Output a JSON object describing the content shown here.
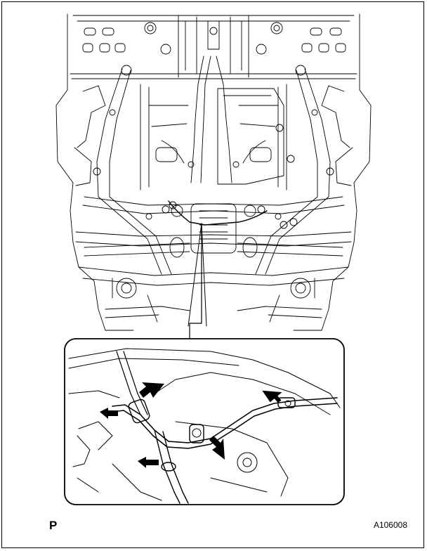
{
  "figure": {
    "view_label": "P",
    "figure_id": "A106008",
    "callout_arrow_count": 5
  },
  "colors": {
    "line": "#000000",
    "background": "#ffffff"
  }
}
